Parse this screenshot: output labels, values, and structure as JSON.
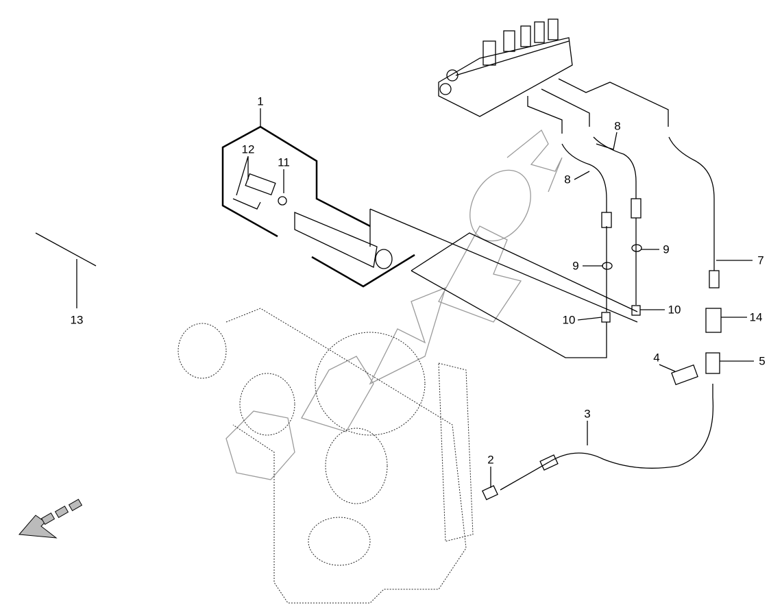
{
  "callouts": [
    {
      "id": "1",
      "text": "1"
    },
    {
      "id": "2",
      "text": "2"
    },
    {
      "id": "3",
      "text": "3"
    },
    {
      "id": "4",
      "text": "4"
    },
    {
      "id": "5",
      "text": "5"
    },
    {
      "id": "7",
      "text": "7"
    },
    {
      "id": "8a",
      "text": "8"
    },
    {
      "id": "8b",
      "text": "8"
    },
    {
      "id": "9a",
      "text": "9"
    },
    {
      "id": "9b",
      "text": "9"
    },
    {
      "id": "10a",
      "text": "10"
    },
    {
      "id": "10b",
      "text": "10"
    },
    {
      "id": "11",
      "text": "11"
    },
    {
      "id": "12",
      "text": "12"
    },
    {
      "id": "13",
      "text": "13"
    },
    {
      "id": "14",
      "text": "14"
    }
  ],
  "icons": {
    "direction_arrow": "arrow-down-left-icon",
    "watermark": "hexagon-logo-watermark"
  }
}
